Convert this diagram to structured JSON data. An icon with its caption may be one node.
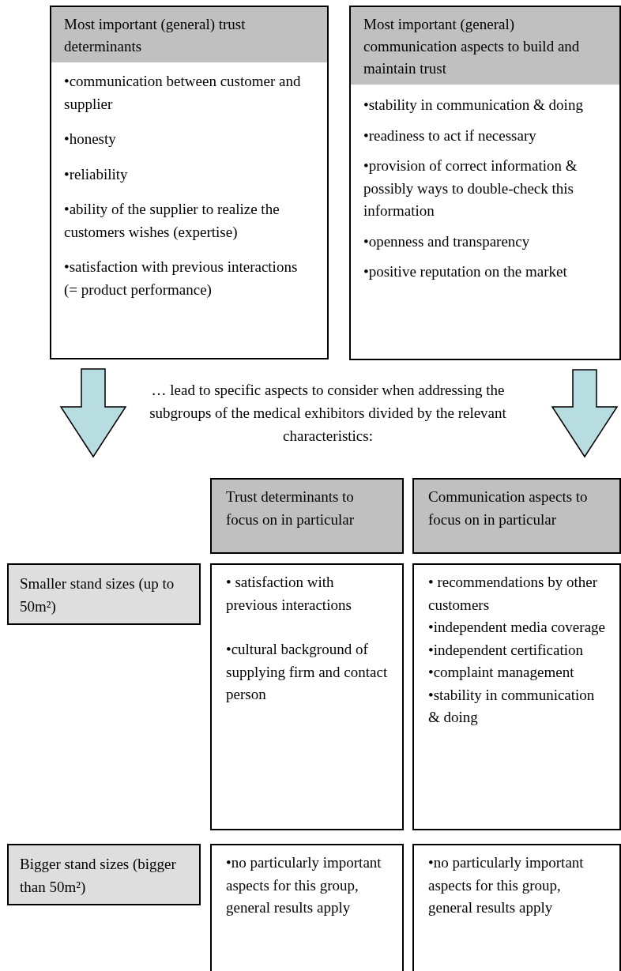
{
  "diagram": {
    "nodes": [
      {
        "text": [
          "Most important (general) trust determinants",
          "•communication between customer and supplier",
          "•honesty",
          "•reliability",
          "•ability of the supplier to realize the customers wishes (expertise)",
          "•satisfaction with previous interactions (= product performance)"
        ]
      },
      {
        "text": [
          "Most important (general) communication aspects to build and maintain trust",
          "•stability in communication & doing",
          "•readiness to act if necessary",
          "•provision of correct information & possibly ways to double-check this information",
          "•openness and transparency",
          "•positive reputation on the market"
        ]
      },
      {
        "text": [
          "Trust determinants to focus on in particular"
        ]
      },
      {
        "text": [
          "Communication aspects to focus on in particular"
        ]
      },
      {
        "text": [
          "Smaller stand sizes (up to 50m²)"
        ]
      },
      {
        "text": [
          "• satisfaction with previous interactions",
          "•cultural background of supplying firm and contact person"
        ]
      },
      {
        "text": [
          "• recommendations by other customers",
          "•independent media coverage",
          "•independent certification",
          "•complaint management",
          "•stability in communication & doing"
        ]
      },
      {
        "text": [
          "Bigger stand sizes (bigger than 50m²)"
        ]
      },
      {
        "text": [
          "•no particularly important aspects for this group, general results apply"
        ]
      },
      {
        "text": [
          "•no particularly important aspects for this group, general results apply"
        ]
      }
    ],
    "edges": [
      {
        "from": 0,
        "to": null,
        "arrow": "to",
        "style": "thick",
        "color": "#b7dde1"
      },
      {
        "from": 1,
        "to": null,
        "arrow": "to",
        "style": "thick",
        "color": "#b7dde1"
      }
    ],
    "labels": [
      "… lead to specific aspects to consider when addressing the subgroups of the medical exhibitors divided by the relevant characteristics:"
    ]
  }
}
